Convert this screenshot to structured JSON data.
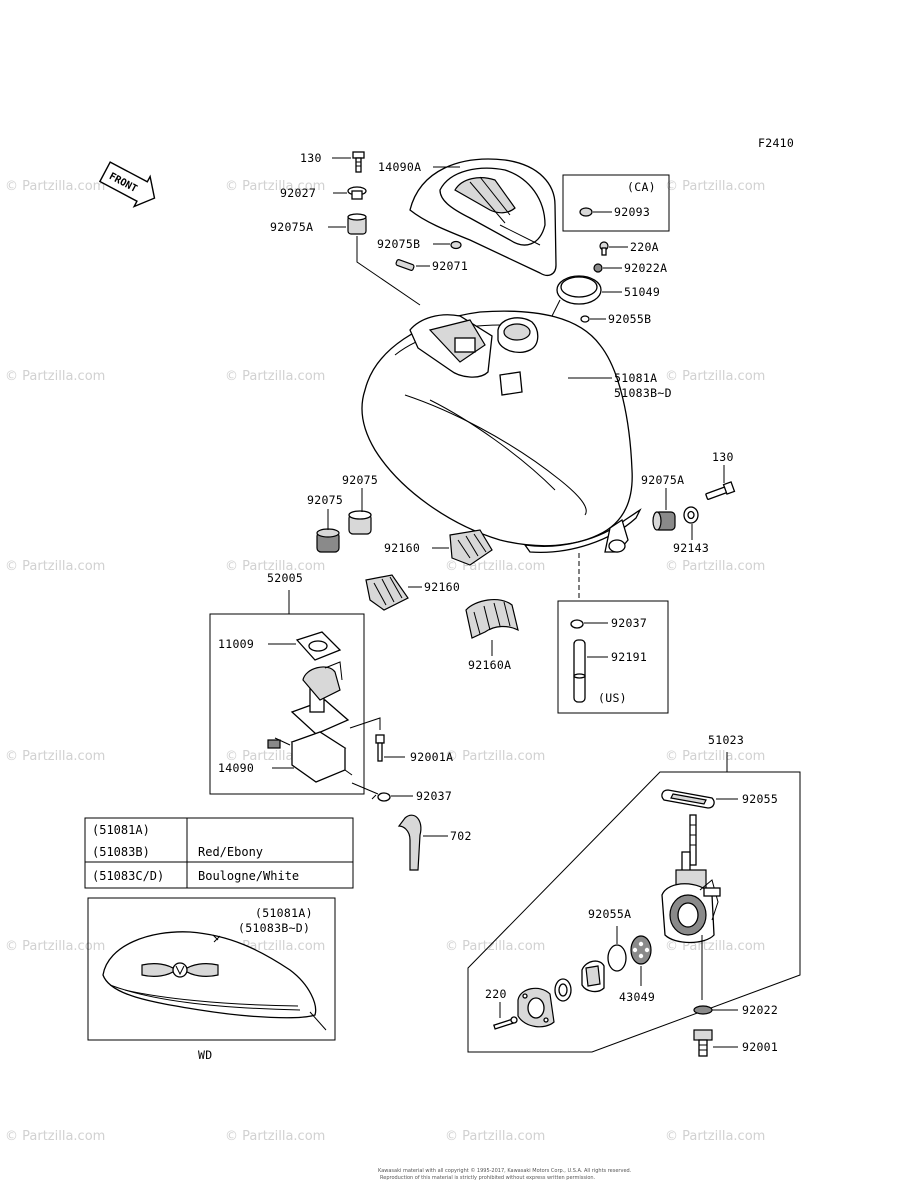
{
  "diagram_code": "F2410",
  "front_label": "FRONT",
  "watermark": "© Partzilla.com",
  "parts": {
    "p130_top": "130",
    "p14090A": "14090A",
    "p92027": "92027",
    "p92075A_top": "92075A",
    "p92075B": "92075B",
    "p92071": "92071",
    "ca_label": "(CA)",
    "p92093": "92093",
    "p220A": "220A",
    "p92022A": "92022A",
    "p51049": "51049",
    "p92055B": "92055B",
    "p51081A": "51081A",
    "p51083BD": "51083B~D",
    "p130_right": "130",
    "p92075A_right": "92075A",
    "p92143": "92143",
    "p92075_a": "92075",
    "p92075_b": "92075",
    "p92160_a": "92160",
    "p92160_b": "92160",
    "p92160A": "92160A",
    "p52005": "52005",
    "p11009": "11009",
    "p14090": "14090",
    "p92001A": "92001A",
    "p92037_a": "92037",
    "p92037_b": "92037",
    "p702": "702",
    "p92191": "92191",
    "us_label": "(US)",
    "p51023": "51023",
    "p92055": "92055",
    "p92055A": "92055A",
    "p43049": "43049",
    "p220": "220",
    "p92022": "92022",
    "p92001": "92001"
  },
  "color_table": {
    "row1_codes": "(51081A)",
    "row2_codes": "(51083B)",
    "row12_color": "Red/Ebony",
    "row3_codes": "(51083C/D)",
    "row3_color": "Boulogne/White"
  },
  "inset": {
    "code_a": "(51081A)",
    "code_b": "(51083B~D)",
    "caption": "WD"
  },
  "footer_line1": "Kawasaki material with all copyright © 1995-2017, Kawasaki Motors Corp., U.S.A. All rights reserved.",
  "footer_line2": "Reproduction of this material is strictly prohibited without express written permission."
}
